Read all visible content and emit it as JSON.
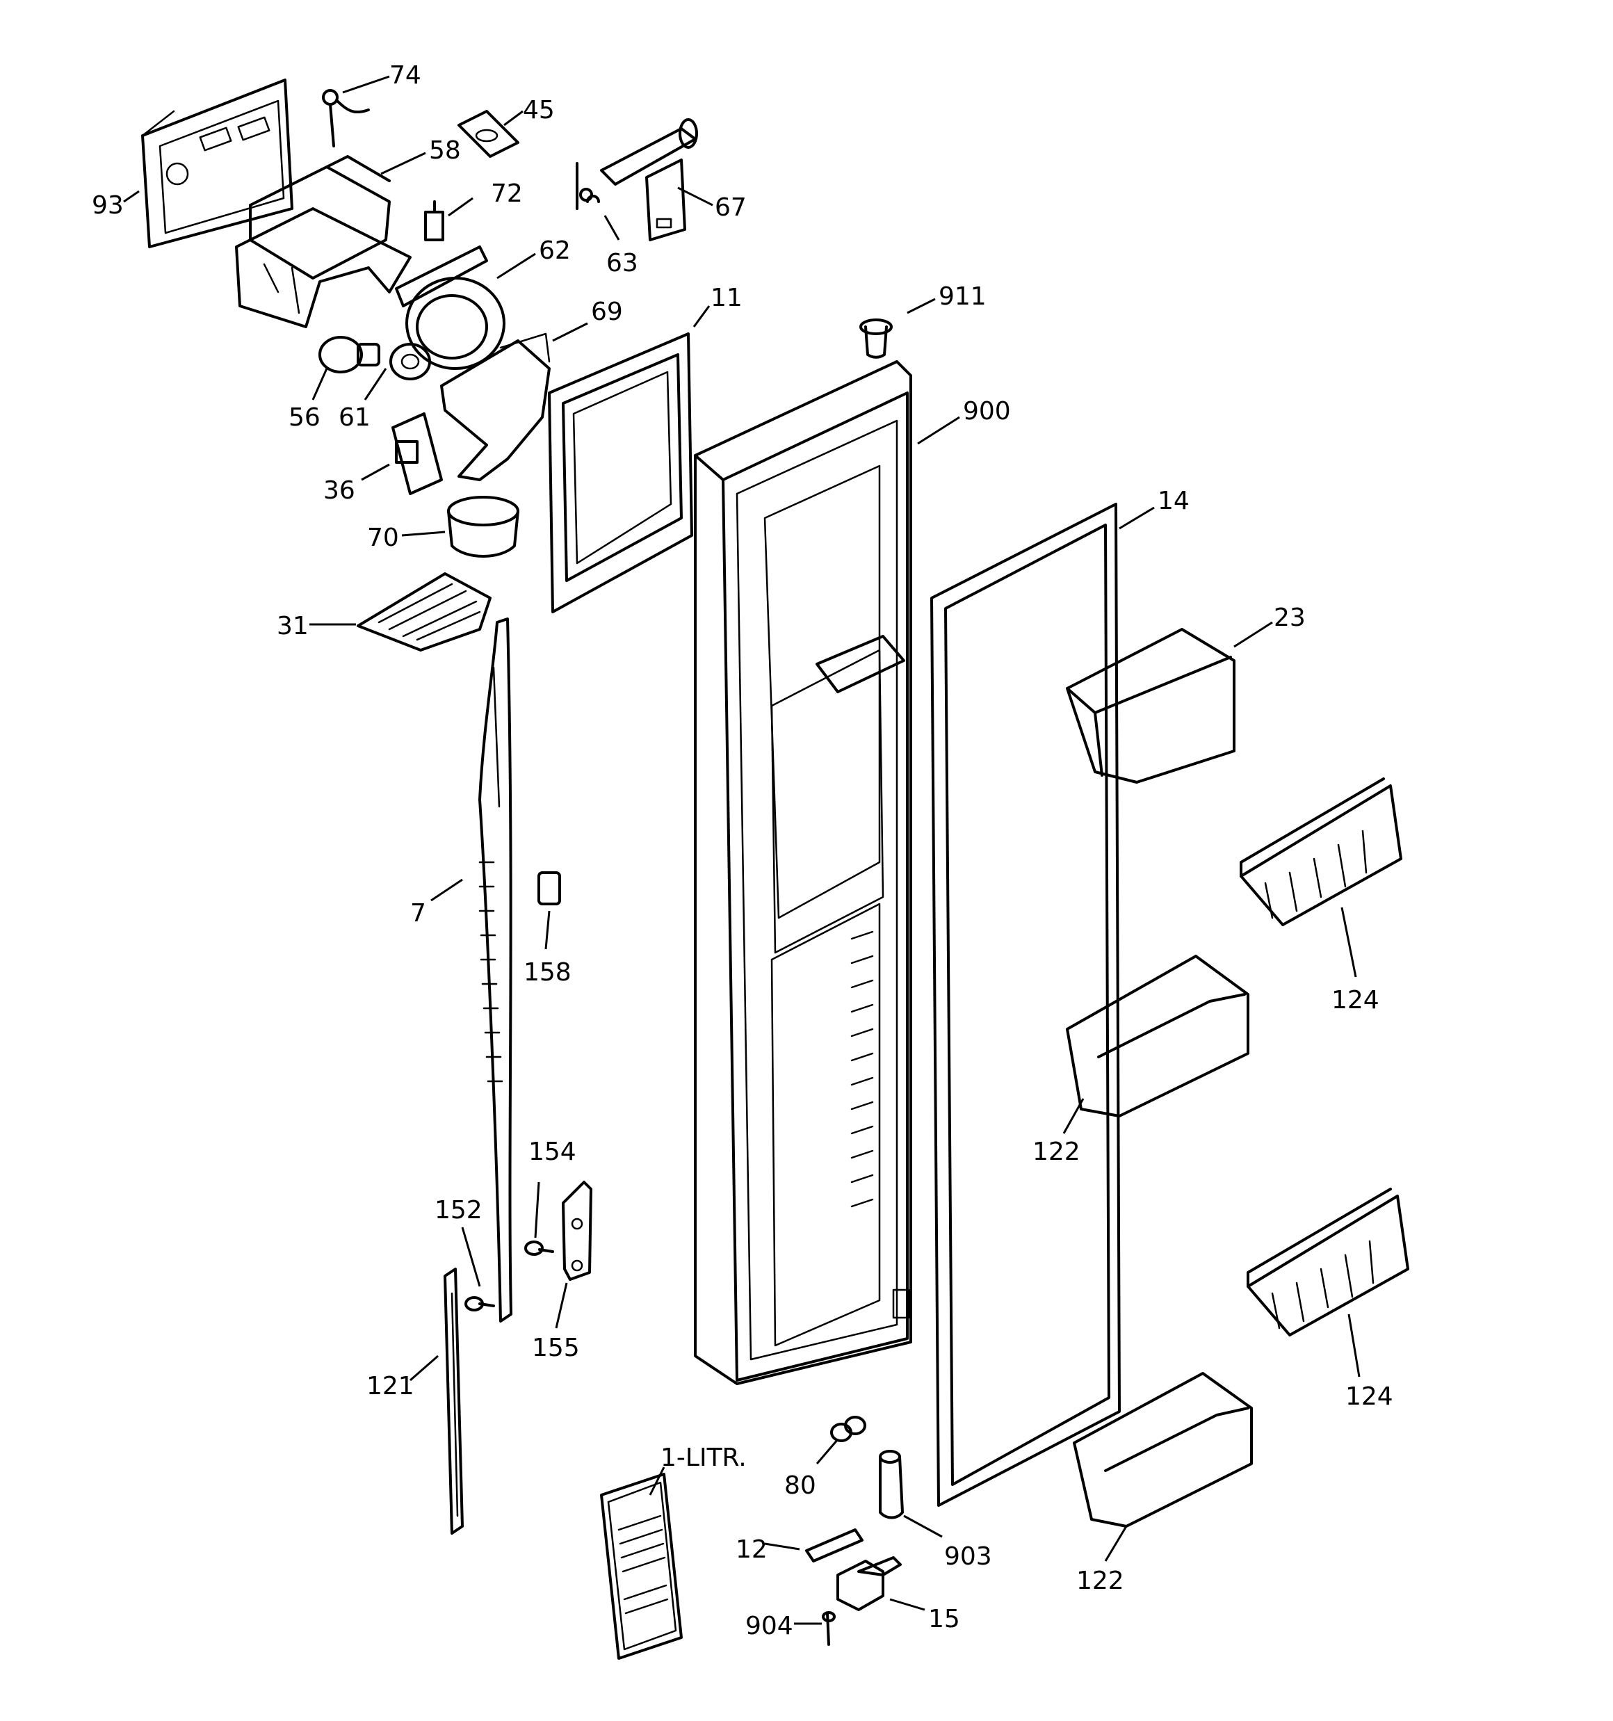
{
  "callouts": {
    "p74": "74",
    "p45": "45",
    "p58": "58",
    "p93": "93",
    "p72": "72",
    "p67": "67",
    "p62": "62",
    "p63": "63",
    "p69": "69",
    "p11": "11",
    "p911": "911",
    "p56": "56",
    "p61": "61",
    "p900": "900",
    "p36": "36",
    "p14": "14",
    "p70": "70",
    "p23": "23",
    "p31": "31",
    "p7": "7",
    "p124a": "124",
    "p158": "158",
    "p122a": "122",
    "p154": "154",
    "p152": "152",
    "p124b": "124",
    "p155": "155",
    "p121": "121",
    "p1litr": "1-LITR.",
    "p80": "80",
    "p12": "12",
    "p903": "903",
    "p122b": "122",
    "p904": "904",
    "p15": "15"
  }
}
